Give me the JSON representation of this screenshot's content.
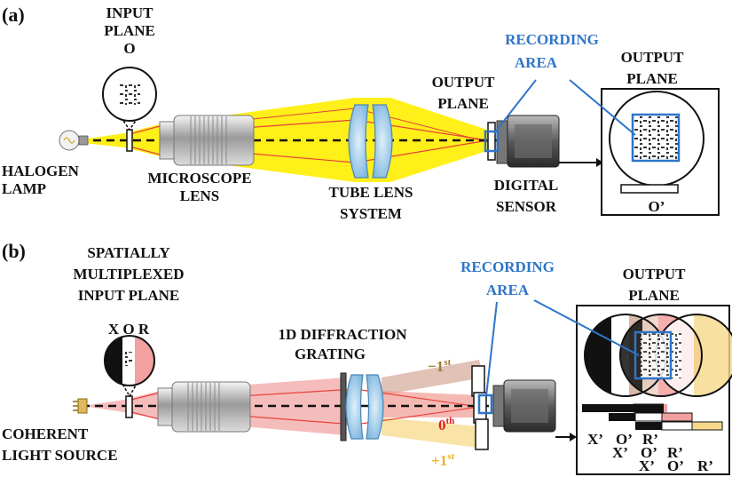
{
  "panel_a": {
    "tag": "(a)",
    "input_plane": [
      "INPUT",
      "PLANE",
      "O"
    ],
    "halogen_lamp": [
      "HALOGEN",
      "LAMP"
    ],
    "microscope_lens": [
      "MICROSCOPE",
      "LENS"
    ],
    "tube_lens": [
      "TUBE LENS",
      "SYSTEM"
    ],
    "output_plane_small": [
      "OUTPUT",
      "PLANE"
    ],
    "recording_area": [
      "RECORDING",
      "AREA"
    ],
    "output_plane_box": [
      "OUTPUT",
      "PLANE"
    ],
    "digital_sensor": [
      "DIGITAL",
      "SENSOR"
    ],
    "output_label": "O’"
  },
  "panel_b": {
    "tag": "(b)",
    "input_plane": [
      "SPATIALLY",
      "MULTIPLEXED",
      "INPUT PLANE"
    ],
    "xor": "X O R",
    "light_source": [
      "COHERENT",
      "LIGHT SOURCE"
    ],
    "grating": [
      "1D DIFFRACTION",
      "GRATING"
    ],
    "recording_area": [
      "RECORDING",
      "AREA"
    ],
    "output_plane": [
      "OUTPUT",
      "PLANE"
    ],
    "orders": {
      "minus1": "−1",
      "minus1_sup": "st",
      "zero": "0",
      "zero_sup": "th",
      "plus1": "+1",
      "plus1_sup": "st"
    },
    "order_rows": [
      [
        "X’",
        "O’",
        "R’"
      ],
      [
        "X’",
        "O’",
        "R’"
      ],
      [
        "X’",
        "O’",
        "R’"
      ]
    ]
  },
  "colors": {
    "yellow_beam": "#ffee00",
    "red_beam": "#e8423a",
    "blue_label": "#2e75c8",
    "minus1": "#a07a2a",
    "zero": "#e02020",
    "plus1": "#f0b020"
  }
}
